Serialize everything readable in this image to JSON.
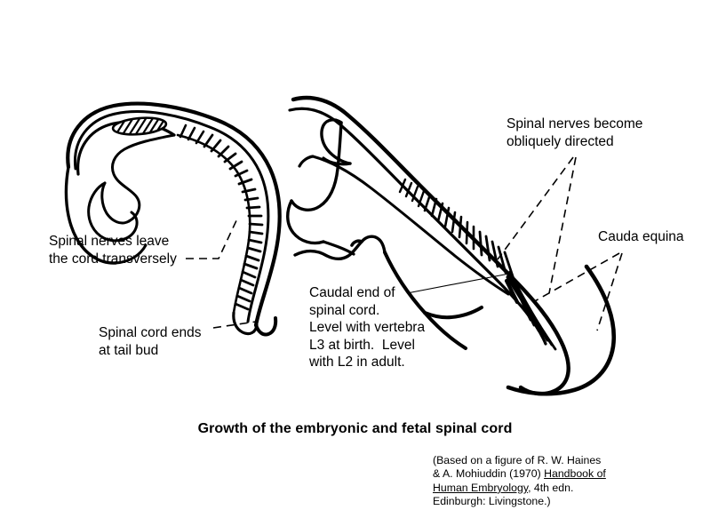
{
  "figure": {
    "title": "Growth of the embryonic and fetal spinal cord",
    "credit": {
      "line1": "(Based on a figure of R. W. Haines",
      "line2a": "& A. Mohiuddin (1970) ",
      "line2b": "Handbook of",
      "line3a": "Human Embryology",
      "line3b": ", 4th edn.",
      "line4": "Edinburgh: Livingstone.)"
    },
    "background_color": "#ffffff",
    "ink_color": "#000000"
  },
  "annotations": {
    "spinal_nerves_transverse": {
      "line1": "Spinal nerves leave",
      "line2": "the cord transversely"
    },
    "spinal_cord_ends": {
      "line1": "Spinal cord ends",
      "line2": "at tail bud"
    },
    "caudal_end": {
      "line1": "Caudal end of",
      "line2": "spinal cord.",
      "line3": "Level with vertebra",
      "line4": "L3 at birth.  Level",
      "line5": "with L2 in adult."
    },
    "oblique_nerves": {
      "line1": "Spinal nerves become",
      "line2": "obliquely directed"
    },
    "cauda_equina": {
      "line1": "Cauda equina"
    }
  },
  "panels": {
    "left": {
      "name": "embryo",
      "description": "Curled embryo with transverse spinal nerves, cord ending at tail bud"
    },
    "right": {
      "name": "fetus",
      "description": "Elongated fetus with obliquely directed spinal nerves and cauda equina"
    }
  }
}
